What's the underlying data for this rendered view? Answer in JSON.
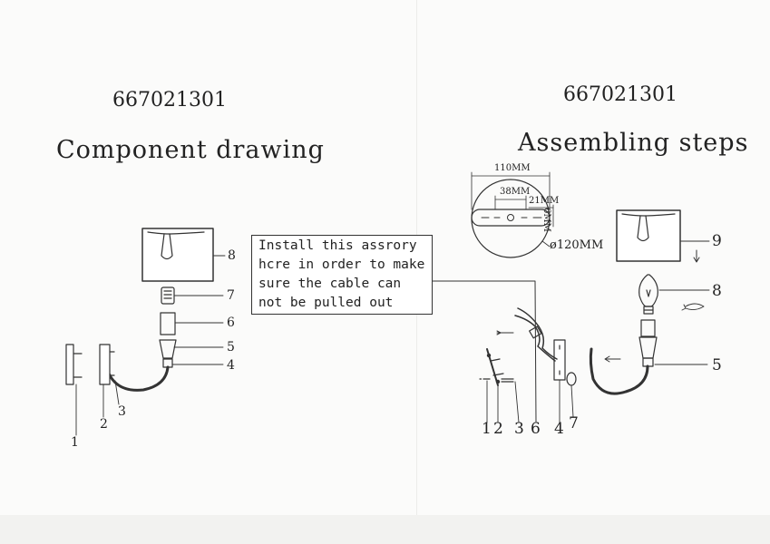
{
  "left_panel": {
    "model_number": "667021301",
    "title": "Component drawing",
    "part_labels": [
      "1",
      "2",
      "3",
      "4",
      "5",
      "6",
      "7",
      "8"
    ]
  },
  "right_panel": {
    "model_number": "667021301",
    "title": "Assembling steps",
    "part_labels": [
      "1",
      "2",
      "3",
      "6",
      "4",
      "7",
      "5",
      "8",
      "9"
    ],
    "dimensions": {
      "total_width": "110MM",
      "hole_spacing": "38MM",
      "slot_length": "21MM",
      "slot_height": "6MM",
      "plate_diameter": "ø120MM"
    }
  },
  "callout": {
    "lines": [
      "Install this assrory",
      "hcre in order to make",
      "sure the cable can",
      "not be pulled out"
    ]
  }
}
